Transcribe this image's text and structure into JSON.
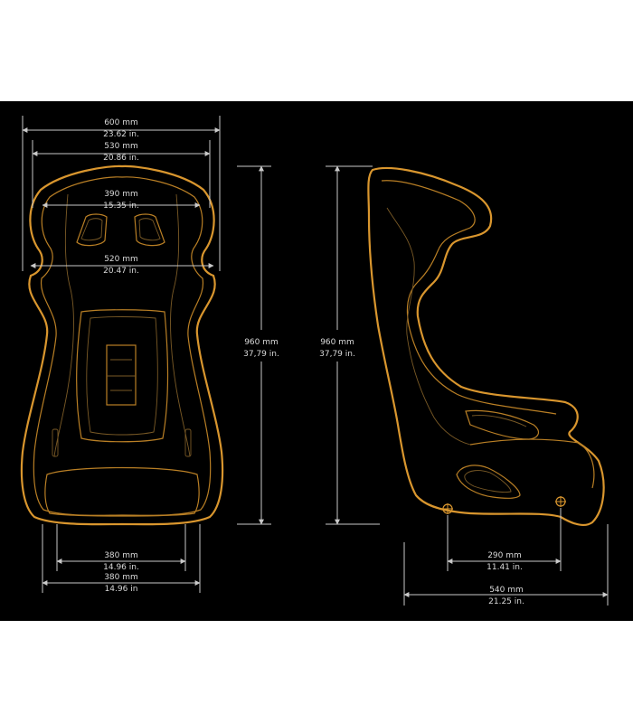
{
  "colors": {
    "background": "#000000",
    "page": "#ffffff",
    "outline": "#d9962e",
    "dimension": "#c9c9c9"
  },
  "front_view": {
    "width_600": {
      "mm": "600 mm",
      "in": "23.62 in."
    },
    "width_530": {
      "mm": "530 mm",
      "in": "20.86 in."
    },
    "width_390": {
      "mm": "390 mm",
      "in": "15.35 in."
    },
    "width_520": {
      "mm": "520 mm",
      "in": "20.47 in."
    },
    "height": {
      "mm": "960 mm",
      "in": "37,79 in."
    },
    "base_380_a": {
      "mm": "380 mm",
      "in": "14.96 in."
    },
    "base_380_b": {
      "mm": "380 mm",
      "in": "14.96 in"
    }
  },
  "side_view": {
    "height": {
      "mm": "960 mm",
      "in": "37,79 in."
    },
    "mount_290": {
      "mm": "290 mm",
      "in": "11.41 in."
    },
    "depth_540": {
      "mm": "540 mm",
      "in": "21.25 in."
    }
  }
}
